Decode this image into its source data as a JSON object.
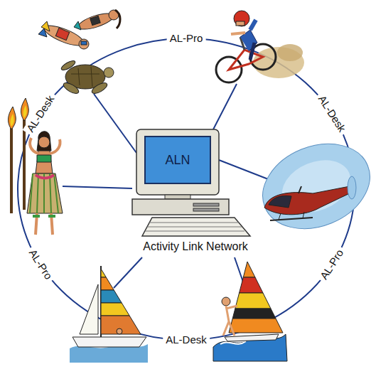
{
  "diagram": {
    "nodes": [
      {
        "text": [
          "ALN",
          "Activity Link Network"
        ]
      }
    ],
    "labels": [
      "AL-Pro",
      "AL-Desk",
      "AL-Pro",
      "AL-Desk",
      "AL-Pro",
      "AL-Desk"
    ]
  }
}
